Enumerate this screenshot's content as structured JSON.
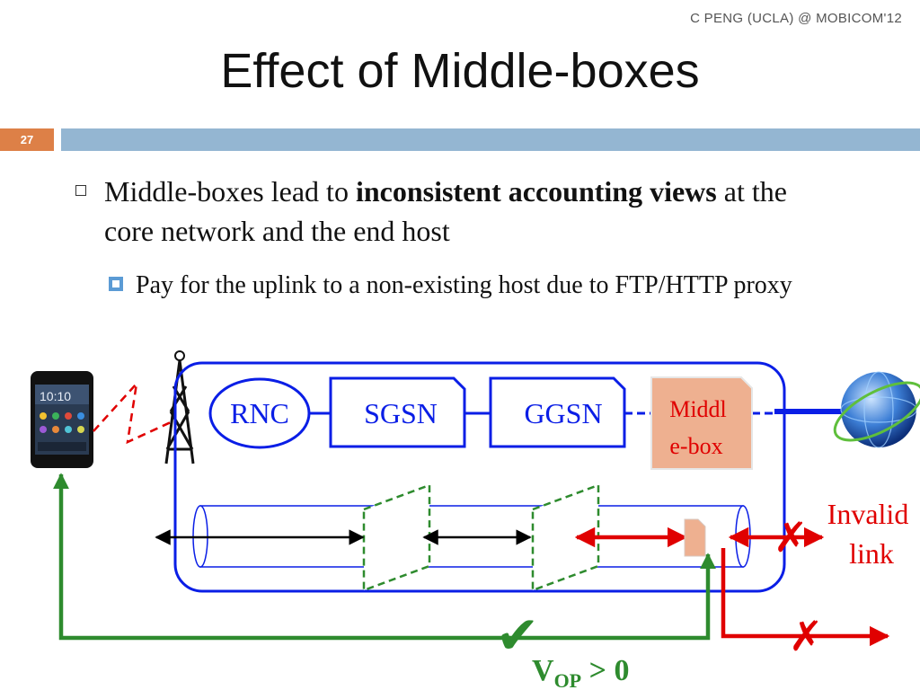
{
  "header": {
    "credit": "C PENG (UCLA) @ MOBICOM'12"
  },
  "slide": {
    "title": "Effect of Middle-boxes",
    "number": "27"
  },
  "bullets": {
    "b1_pre": "Middle-boxes lead to ",
    "b1_bold": "inconsistent accounting views",
    "b1_post": " at the core network and the end host",
    "b2": "Pay for the uplink to a non-existing host due to FTP/HTTP proxy"
  },
  "diagram": {
    "rnc": "RNC",
    "sgsn": "SGSN",
    "ggsn": "GGSN",
    "middlebox_line1": "Middl",
    "middlebox_line2": "e-box",
    "invalid_line1": "Invalid",
    "invalid_line2": "link",
    "vop_v": "V",
    "vop_sub": "OP",
    "vop_rest": " > 0",
    "colors": {
      "network_blue": "#0a1ee6",
      "valid_green": "#2e8b2e",
      "invalid_red": "#e00000",
      "middlebox_fill": "#eeb090"
    }
  }
}
